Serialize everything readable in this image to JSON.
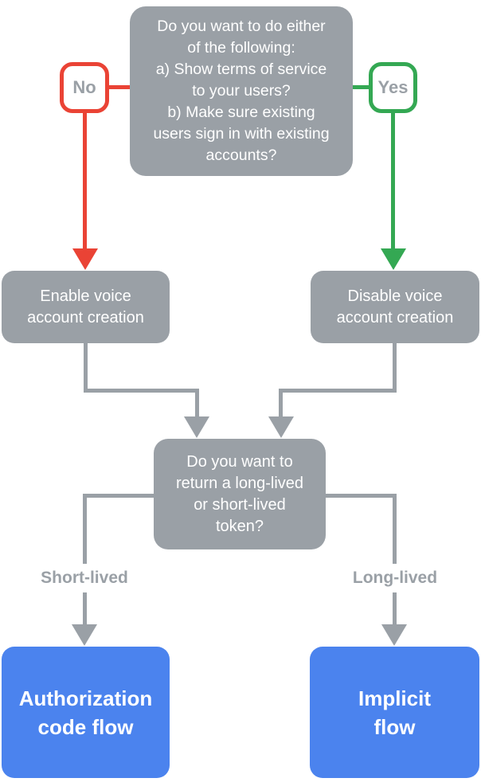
{
  "flowchart": {
    "top_question": {
      "lines": [
        "Do you want to do either",
        "of the following:",
        "a) Show terms of service",
        "to your users?",
        "b) Make sure existing",
        "users sign in with existing",
        "accounts?"
      ]
    },
    "no_badge": "No",
    "yes_badge": "Yes",
    "enable_box": {
      "lines": [
        "Enable voice",
        "account creation"
      ]
    },
    "disable_box": {
      "lines": [
        "Disable voice",
        "account creation"
      ]
    },
    "token_question": {
      "lines": [
        "Do you want to",
        "return a long-lived",
        "or short-lived",
        "token?"
      ]
    },
    "short_lived_label": "Short-lived",
    "long_lived_label": "Long-lived",
    "auth_code_box": {
      "lines": [
        "Authorization",
        "code flow"
      ]
    },
    "implicit_box": {
      "lines": [
        "Implicit",
        "flow"
      ]
    }
  },
  "colors": {
    "node_gray": "#9AA0A6",
    "connector_gray": "#9AA0A6",
    "no_red": "#EA4335",
    "yes_green": "#34A853",
    "terminal_blue": "#4B83EE",
    "label_text_gray": "#9AA0A6",
    "node_text_white": "#FFFFFF",
    "background": "#FFFFFF"
  }
}
